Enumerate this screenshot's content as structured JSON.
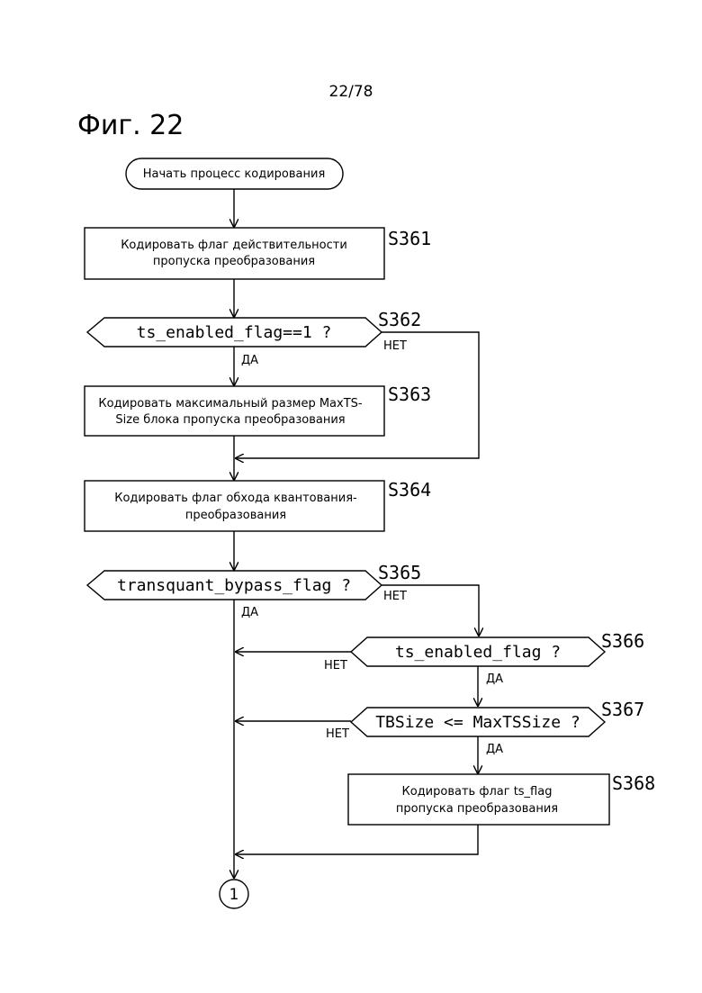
{
  "header": {
    "page_number": "22/78",
    "figure_title": "Фиг. 22"
  },
  "flow": {
    "start": "Начать процесс кодирования",
    "s361": {
      "label": "S361",
      "line1": "Кодировать флаг действительности",
      "line2": "пропуска преобразования"
    },
    "s362": {
      "label": "S362",
      "text": "ts_enabled_flag==1 ?",
      "no": "НЕТ",
      "yes": "ДА"
    },
    "s363": {
      "label": "S363",
      "line1": "Кодировать максимальный размер MaxTS-",
      "line2": "Size блока пропуска преобразования"
    },
    "s364": {
      "label": "S364",
      "line1": "Кодировать флаг обхода квантования-",
      "line2": "преобразования"
    },
    "s365": {
      "label": "S365",
      "text": "transquant_bypass_flag ?",
      "no": "НЕТ",
      "yes": "ДА"
    },
    "s366": {
      "label": "S366",
      "text": "ts_enabled_flag ?",
      "no": "НЕТ",
      "yes": "ДА"
    },
    "s367": {
      "label": "S367",
      "text": "TBSize <= MaxTSSize ?",
      "no": "НЕТ",
      "yes": "ДА"
    },
    "s368": {
      "label": "S368",
      "line1": "Кодировать флаг ts_flag",
      "line2": "пропуска преобразования"
    },
    "connector": "1"
  }
}
